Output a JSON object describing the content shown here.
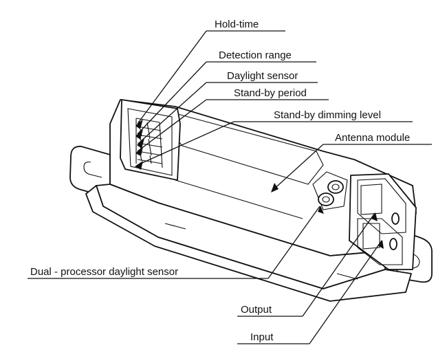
{
  "labels": {
    "hold_time": "Hold-time",
    "detection_range": "Detection range",
    "daylight_sensor": "Daylight sensor",
    "standby_period": "Stand-by period",
    "standby_dimming": "Stand-by dimming level",
    "antenna_module": "Antenna module",
    "dual_processor": "Dual - processor daylight sensor",
    "output": "Output",
    "input": "Input"
  },
  "colors": {
    "line": "#111111",
    "background": "#ffffff"
  }
}
